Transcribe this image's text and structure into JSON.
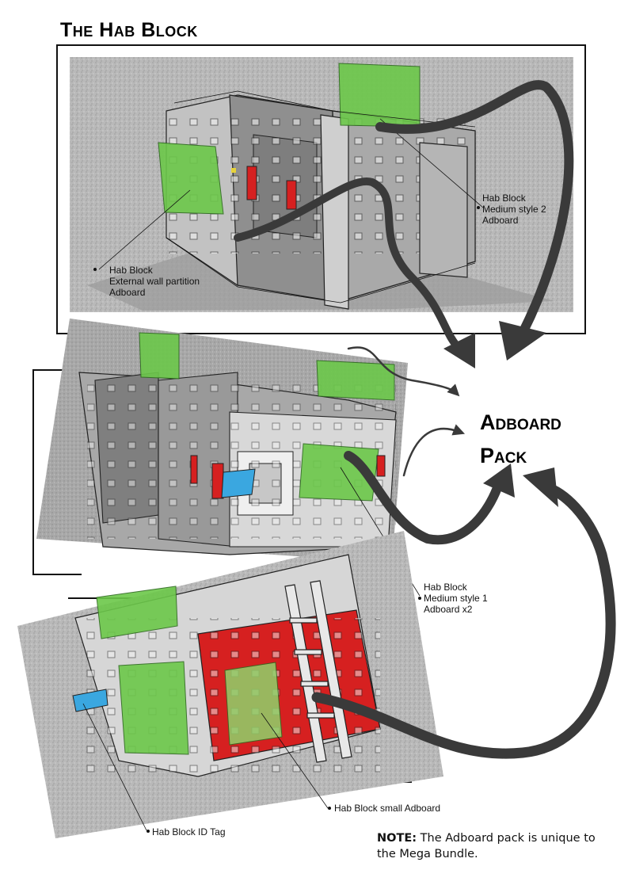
{
  "page": {
    "title": "The Hab Block",
    "pack_title_line1": "Adboard",
    "pack_title_line2": "Pack"
  },
  "callouts": {
    "external_wall": {
      "line1": "Hab Block",
      "line2": "External wall partition",
      "line3": "Adboard"
    },
    "medium_style_2": {
      "line1": "Hab Block",
      "line2": "Medium style 2",
      "line3": "Adboard"
    },
    "medium_style_1": {
      "line1": "Hab Block",
      "line2": "Medium style 1",
      "line3": "Adboard x2"
    },
    "small_adboard": {
      "line1": "Hab Block small Adboard"
    },
    "id_tag": {
      "line1": "Hab Block ID Tag"
    }
  },
  "note": {
    "label": "NOTE:",
    "text": " The Adboard pack is unique to the Mega Bundle."
  },
  "colors": {
    "adboard_green": "#6cc84a",
    "accent_red": "#d62020",
    "wall_grey": "#c9c9c9",
    "arrow_dark": "#3a3a3a",
    "id_tag_blue": "#3aa7e0"
  }
}
